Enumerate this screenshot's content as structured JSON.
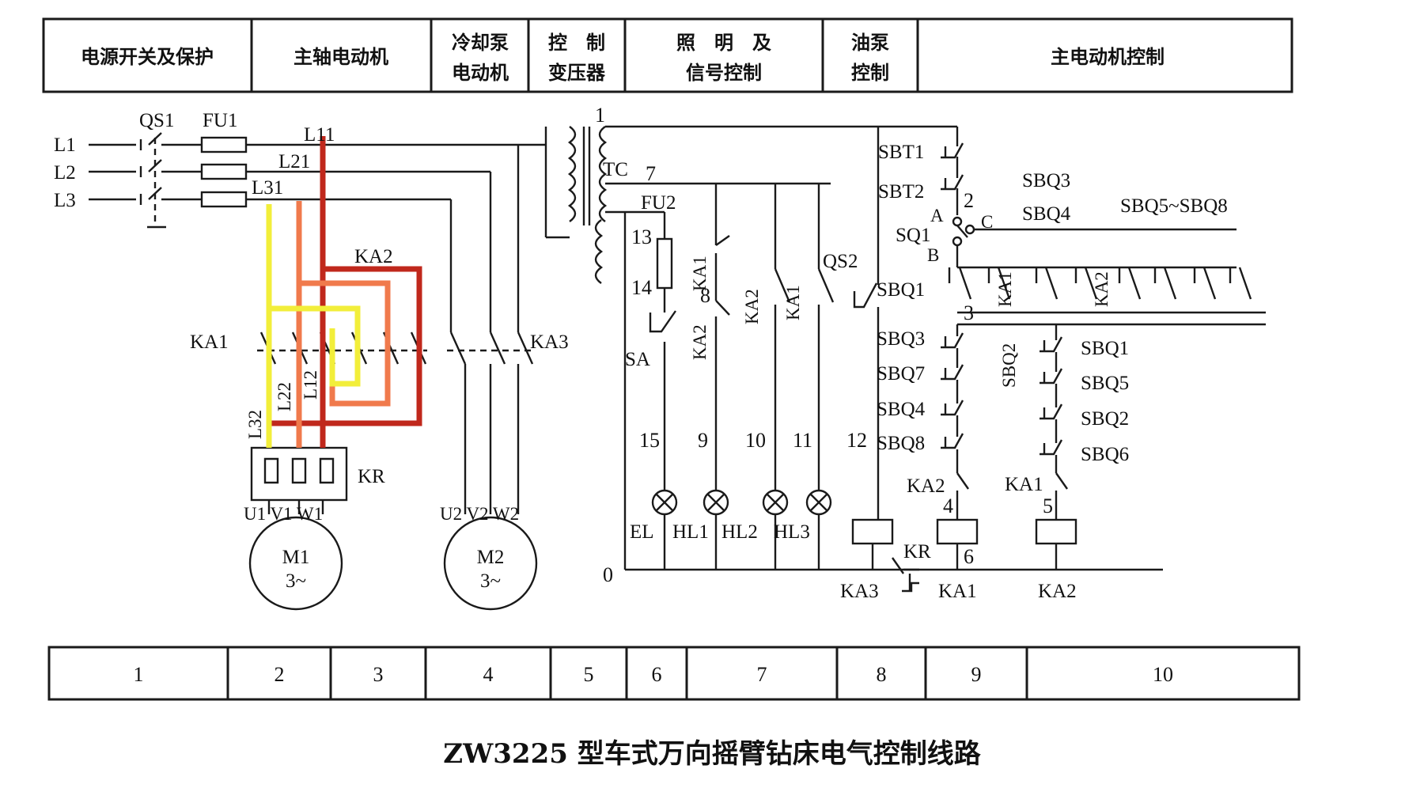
{
  "header_cells": [
    [
      "电源开关及保护"
    ],
    [
      "主轴电动机"
    ],
    [
      "冷却泵",
      "电动机"
    ],
    [
      "控　制",
      "变压器"
    ],
    [
      "照　明　及",
      "信号控制"
    ],
    [
      "油泵",
      "控制"
    ],
    [
      "主电动机控制"
    ]
  ],
  "footer_cells": [
    "1",
    "2",
    "3",
    "4",
    "5",
    "6",
    "7",
    "8",
    "9",
    "10"
  ],
  "labels": {
    "L1": "L1",
    "L2": "L2",
    "L3": "L3",
    "QS1": "QS1",
    "FU1": "FU1",
    "L11": "L11",
    "L21": "L21",
    "L31": "L31",
    "KA2_power": "KA2",
    "KA1_power": "KA1",
    "L12": "L12",
    "L22": "L22",
    "L32": "L32",
    "KR": "KR",
    "U1V1W1": "U1 V1 W1",
    "M1": "M1",
    "M1_phase": "3~",
    "KA3_power": "KA3",
    "U2V2W2": "U2 V2 W2",
    "M2": "M2",
    "M2_phase": "3~",
    "TC": "TC",
    "n1": "1",
    "n7": "7",
    "FU2": "FU2",
    "n13": "13",
    "n14": "14",
    "SA": "SA",
    "KA1_c": "KA1",
    "n8": "8",
    "KA2_c": "KA2",
    "KA2_v": "KA2",
    "KA1_v": "KA1",
    "QS2": "QS2",
    "n15": "15",
    "n9": "9",
    "n10": "10",
    "n11": "11",
    "n12": "12",
    "EL": "EL",
    "HL1": "HL1",
    "HL2": "HL2",
    "HL3": "HL3",
    "n0": "0",
    "KA3_coil": "KA3",
    "KR2": "KR",
    "KA1_coil": "KA1",
    "KA2_coil": "KA2",
    "SBT1": "SBT1",
    "SBT2": "SBT2",
    "n2": "2",
    "A": "A",
    "C": "C",
    "SQ1": "SQ1",
    "B": "B",
    "SBQ3a": "SBQ3",
    "SBQ4a": "SBQ4",
    "SBQ5_8": "SBQ5~SBQ8",
    "SBQ1a": "SBQ1",
    "KA1_k": "KA1",
    "KA2_k": "KA2",
    "n3": "3",
    "SBQ3b": "SBQ3",
    "SBQ7": "SBQ7",
    "SBQ4b": "SBQ4",
    "SBQ8": "SBQ8",
    "SBQ2v": "SBQ2",
    "SBQ1b": "SBQ1",
    "SBQ5": "SBQ5",
    "SBQ2b": "SBQ2",
    "SBQ6": "SBQ6",
    "KA2_i": "KA2",
    "KA1_i": "KA1",
    "n4": "4",
    "n5": "5",
    "n6": "6"
  },
  "title": "ZW3225 型车式万向摇臂钻床电气控制线路",
  "colors": {
    "line": "#1a1a1a",
    "red": "#c0281c",
    "orange": "#f07a4c",
    "yellow": "#f2ee3a"
  }
}
